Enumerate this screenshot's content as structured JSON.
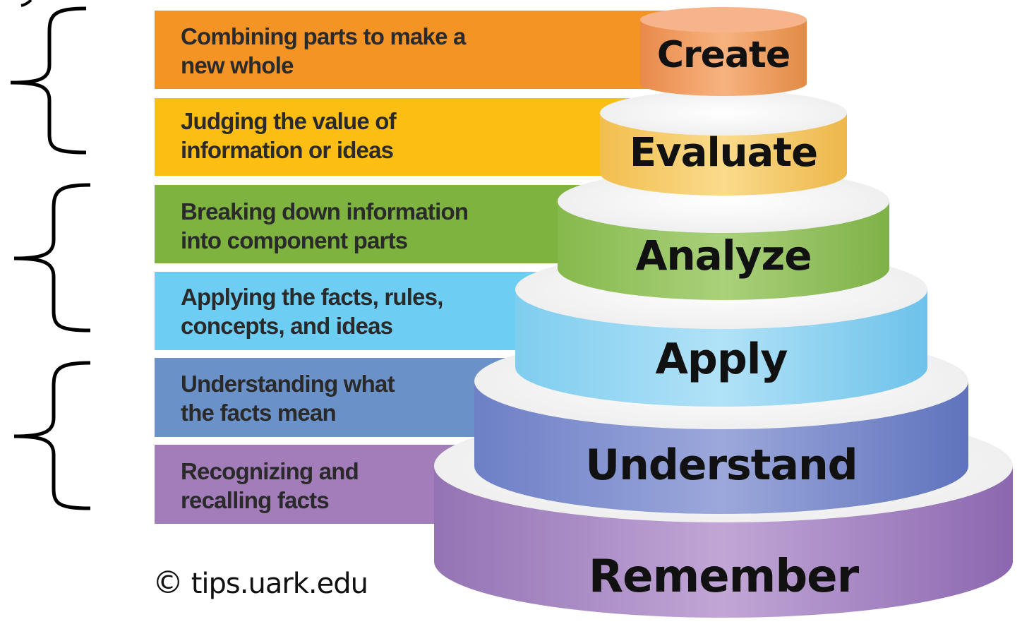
{
  "levels": [
    {
      "name": "Create",
      "description_line1": "Combining parts to make a",
      "description_line2": "new whole",
      "color": "#F39425",
      "tier_color": "#F2A15C"
    },
    {
      "name": "Evaluate",
      "description_line1": "Judging the value of",
      "description_line2": "information or ideas",
      "color": "#FCBE12",
      "tier_color": "#F7CD62"
    },
    {
      "name": "Analyze",
      "description_line1": "Breaking down information",
      "description_line2": "into component parts",
      "color": "#7DB33E",
      "tier_color": "#94C25B"
    },
    {
      "name": "Apply",
      "description_line1": "Applying the facts, rules,",
      "description_line2": "concepts, and ideas",
      "color": "#6DCDF2",
      "tier_color": "#8ED4F0"
    },
    {
      "name": "Understand",
      "description_line1": "Understanding what",
      "description_line2": "the facts mean",
      "color": "#6A92C8",
      "tier_color": "#7C8FCF"
    },
    {
      "name": "Remember",
      "description_line1": "Recognizing and",
      "description_line2": "recalling facts",
      "color": "#A27DBA",
      "tier_color": "#A585C4"
    }
  ],
  "credit": {
    "symbol": "©",
    "text": "tips.uark.edu"
  }
}
